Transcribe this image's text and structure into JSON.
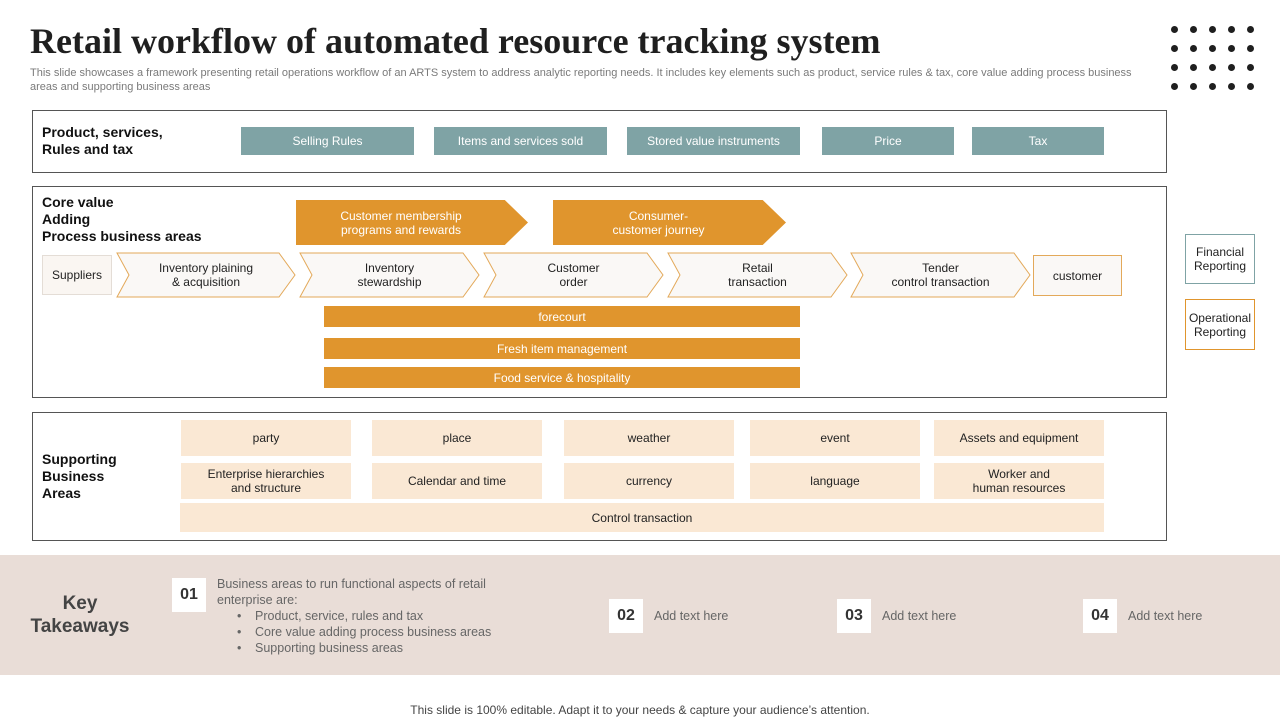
{
  "title": "Retail workflow of automated resource tracking system",
  "subtitle": "This slide showcases a framework presenting retail operations workflow of an ARTS system to address analytic reporting needs. It includes key elements such as product, service rules & tax, core value adding process business areas and supporting business areas",
  "colors": {
    "teal": "#7fa3a5",
    "orange": "#e0952d",
    "peach": "#fae8d4",
    "band": "#e9ddd7"
  },
  "product_panel": {
    "label_line1": "Product, services,",
    "label_line2": "Rules and tax",
    "items": [
      "Selling Rules",
      "Items and services sold",
      "Stored value instruments",
      "Price",
      "Tax"
    ]
  },
  "core_panel": {
    "label_line1": "Core value",
    "label_line2": "Adding",
    "label_line3": "Process business areas",
    "top_arrows": [
      {
        "line1": "Customer membership",
        "line2": "programs and rewards"
      },
      {
        "line1": "Consumer-",
        "line2": "customer journey"
      }
    ],
    "start_box": "Suppliers",
    "steps": [
      {
        "line1": "Inventory plaining",
        "line2": "& acquisition"
      },
      {
        "line1": "Inventory",
        "line2": "stewardship"
      },
      {
        "line1": "Customer",
        "line2": "order"
      },
      {
        "line1": "Retail",
        "line2": "transaction"
      },
      {
        "line1": "Tender",
        "line2": "control transaction"
      }
    ],
    "end_box": "customer",
    "bars": [
      "forecourt",
      "Fresh item management",
      "Food service & hospitality"
    ]
  },
  "side_boxes": [
    {
      "line1": "Financial",
      "line2": "Reporting"
    },
    {
      "line1": "Operational",
      "line2": "Reporting"
    }
  ],
  "support_panel": {
    "label_line1": "Supporting",
    "label_line2": "Business",
    "label_line3": "Areas",
    "row1": [
      "party",
      "place",
      "weather",
      "event",
      "Assets and equipment"
    ],
    "row2": [
      {
        "line1": "Enterprise hierarchies",
        "line2": "and structure"
      },
      {
        "line1": "Calendar and time",
        "line2": ""
      },
      {
        "line1": "currency",
        "line2": ""
      },
      {
        "line1": "language",
        "line2": ""
      },
      {
        "line1": "Worker and",
        "line2": "human resources"
      }
    ],
    "bottom": "Control transaction"
  },
  "key_takeaways": {
    "title_line1": "Key",
    "title_line2": "Takeaways",
    "items": [
      {
        "num": "01",
        "intro_line1": "Business areas to run functional aspects of retail",
        "intro_line2": "enterprise are:",
        "bullets": [
          "Product, service, rules and tax",
          "Core value  adding process business areas",
          "Supporting business areas"
        ]
      },
      {
        "num": "02",
        "text": "Add text here"
      },
      {
        "num": "03",
        "text": "Add text here"
      },
      {
        "num": "04",
        "text": "Add text here"
      }
    ]
  },
  "footer": "This slide is 100% editable. Adapt it to your needs & capture your audience’s attention."
}
